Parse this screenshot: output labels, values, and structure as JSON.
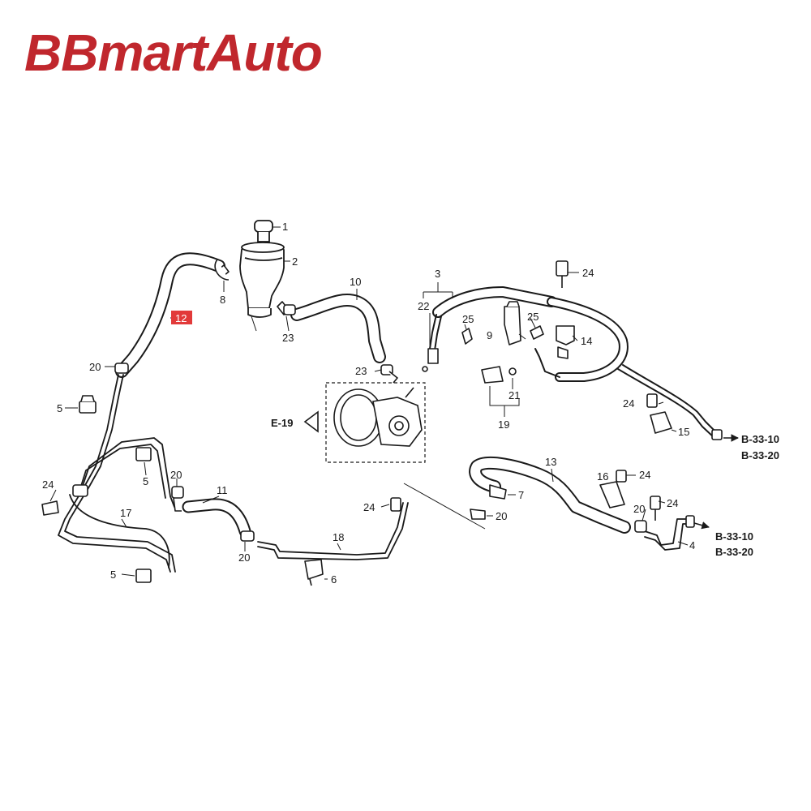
{
  "brand": {
    "name": "BBmartAuto",
    "color": "#c0272d"
  },
  "colors": {
    "line": "#1a1a1a",
    "highlight": "#e23a3a",
    "highlight_text": "#ffffff"
  },
  "labels": {
    "n1": "1",
    "n2": "2",
    "n3": "3",
    "n4": "4",
    "n5a": "5",
    "n5b": "5",
    "n5c": "5",
    "n6": "6",
    "n7": "7",
    "n8": "8",
    "n9": "9",
    "n10": "10",
    "n11": "11",
    "n12": "12",
    "n13": "13",
    "n14": "14",
    "n15": "15",
    "n16": "16",
    "n17": "17",
    "n18": "18",
    "n19": "19",
    "n20a": "20",
    "n20b": "20",
    "n20c": "20",
    "n20d": "20",
    "n20e": "20",
    "n21": "21",
    "n22": "22",
    "n23a": "23",
    "n23b": "23",
    "n24a": "24",
    "n24b": "24",
    "n24c": "24",
    "n24d": "24",
    "n24e": "24",
    "n24f": "24",
    "n25a": "25",
    "n25b": "25"
  },
  "references": {
    "e19": "E-19",
    "b3310_top": "B-33-10",
    "b3320_top": "B-33-20",
    "b3310_bottom": "B-33-10",
    "b3320_bottom": "B-33-20"
  }
}
